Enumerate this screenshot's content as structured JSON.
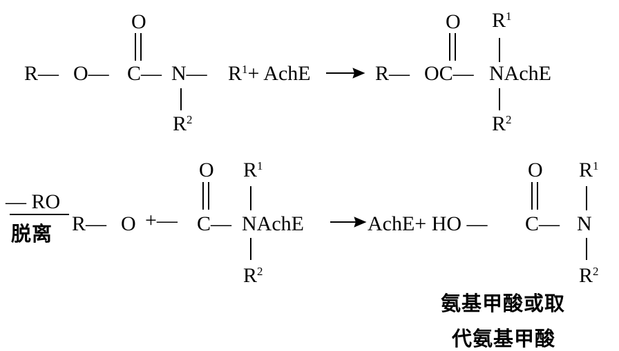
{
  "row1": {
    "reactant": {
      "r": "R—",
      "o": "O—",
      "c": "C—",
      "n": "N—",
      "carbonyl_o": "O",
      "r2": "R",
      "r2_sup": "2",
      "r1": "R",
      "r1_sup": "1",
      "plus_enzyme": "+ AchE"
    },
    "product": {
      "r": "R—",
      "oc": "OC—",
      "n": "NAchE",
      "carbonyl_o": "O",
      "r1": "R",
      "r1_sup": "1",
      "r2": "R",
      "r2_sup": "2"
    }
  },
  "row2": {
    "leaving_group": "— RO",
    "leaving_label": "脱离",
    "left": {
      "r": "R—",
      "o": "O",
      "plus": "+—",
      "c": "C—",
      "n": "NAchE",
      "carbonyl_o": "O",
      "r1": "R",
      "r1_sup": "1",
      "r2": "R",
      "r2_sup": "2"
    },
    "right": {
      "enzyme": "AchE+ HO —",
      "c": "C—",
      "n": "N",
      "carbonyl_o": "O",
      "r1": "R",
      "r1_sup": "1",
      "r2": "R",
      "r2_sup": "2"
    },
    "caption_line1": "氨基甲酸或取",
    "caption_line2": "代氨基甲酸"
  }
}
